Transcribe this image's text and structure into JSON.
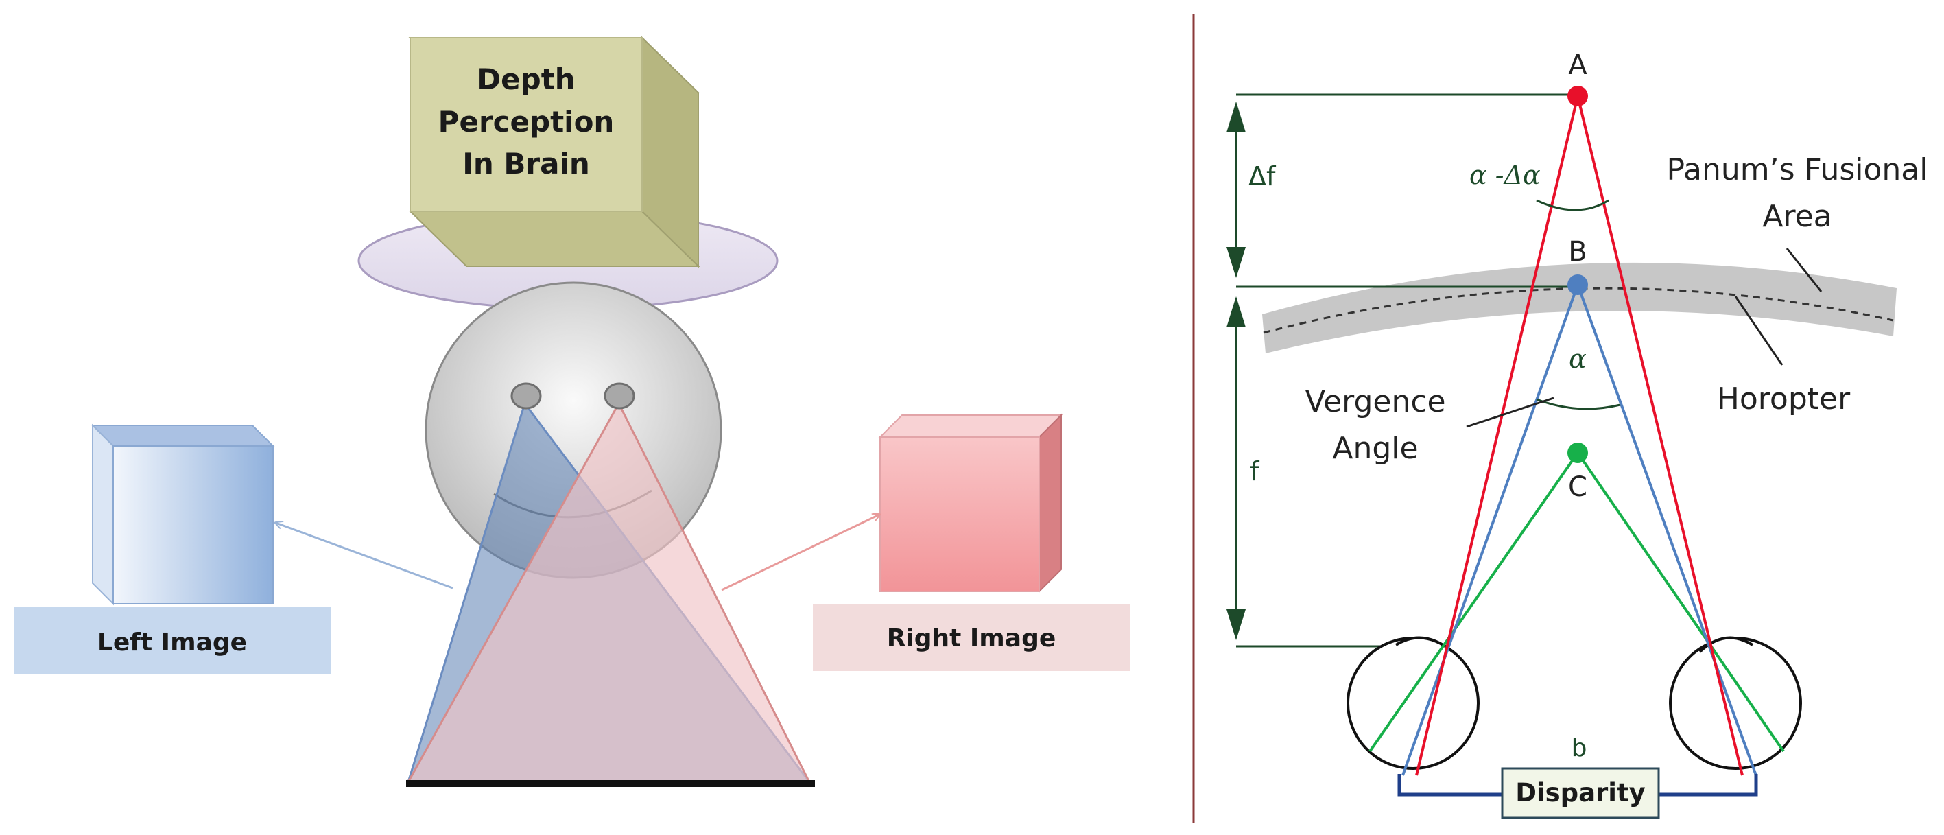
{
  "left_diagram": {
    "brain_cube_lines": [
      "Depth",
      "Perception",
      "In Brain"
    ],
    "left_image_label": "Left Image",
    "right_image_label": "Right Image"
  },
  "right_diagram": {
    "point_a": "A",
    "point_b": "B",
    "point_c": "C",
    "delta_f": "Δf",
    "f": "f",
    "b": "b",
    "alpha_minus": "α -Δα",
    "alpha": "α",
    "panum_line1": "Panum’s Fusional",
    "panum_line2": "Area",
    "horopter": "Horopter",
    "vergence_line1": "Vergence",
    "vergence_line2": "Angle",
    "disparity": "Disparity"
  },
  "colors": {
    "red": "#e8102a",
    "blue": "#4f7fc0",
    "green": "#17b04a",
    "dark_green": "#1d4a2a",
    "divider": "#8b3a3a",
    "brain_cube_face": "#d6d6a8",
    "left_label_bg": "#c6d8ee",
    "right_label_bg": "#f2dcdc"
  }
}
